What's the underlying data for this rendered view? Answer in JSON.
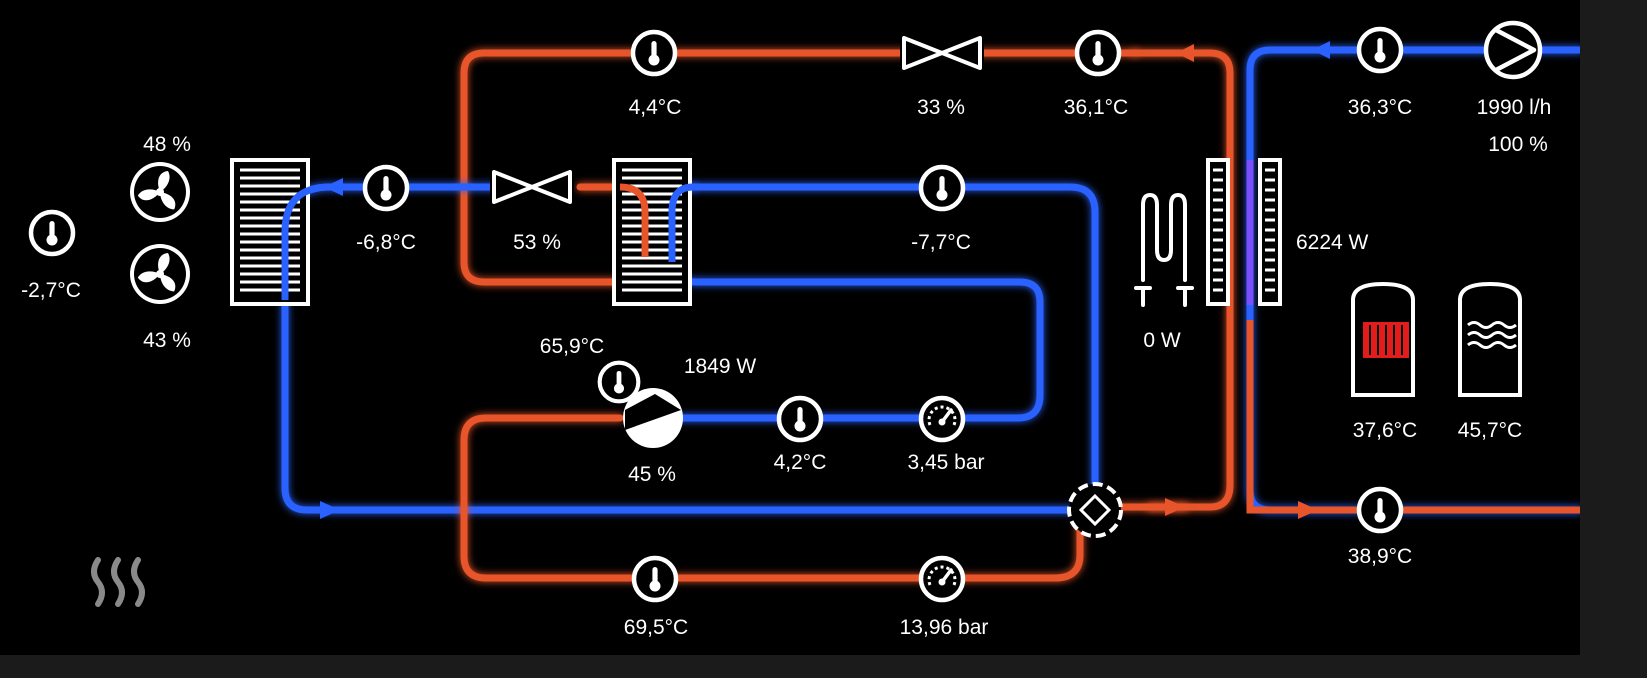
{
  "colors": {
    "warm": "#e8552a",
    "cold": "#2a62ff",
    "panel_background": "#000000",
    "page_background": "#1b1b1b",
    "icon": "#ffffff",
    "heating_element": "#e21b1b",
    "heat_symbol": "#8a8a8a"
  },
  "icons": {
    "thermometer": "thermometer-icon",
    "fan": "fan-icon",
    "expansion_valve": "expansion-valve-icon",
    "pressure": "pressure-gauge-icon",
    "compressor": "compressor-icon",
    "pump": "circulation-pump-icon",
    "heater": "electric-heater-icon",
    "heat_exchanger": "heat-exchanger-icon",
    "four_way_valve": "four-way-valve-icon",
    "tank": "storage-tank-icon",
    "heat": "heat-waves-icon"
  },
  "outdoor": {
    "temperature": "-2,7°C",
    "fan_top": "48 %",
    "fan_bottom": "43 %"
  },
  "evaporator": {
    "outlet_temperature": "-6,8°C"
  },
  "expansion_valve_main": {
    "opening": "53 %"
  },
  "top_line": {
    "suction_temp": "4,4°C",
    "valve_opening": "33 %",
    "liquid_temp": "36,1°C"
  },
  "internal_heat_exchanger": {
    "outlet_temperature": "-7,7°C"
  },
  "compressor": {
    "discharge_temperature": "65,9°C",
    "power": "1849 W",
    "speed": "45 %",
    "suction_temperature": "4,2°C",
    "suction_pressure": "3,45 bar"
  },
  "hot_gas": {
    "temperature": "69,5°C",
    "pressure": "13,96 bar"
  },
  "electric_heater": {
    "power": "0 W"
  },
  "condenser": {
    "power": "6224 W"
  },
  "heating_circuit": {
    "supply_temperature": "36,3°C",
    "flow": "1990 l/h",
    "pump_speed": "100 %",
    "return_temperature": "38,9°C"
  },
  "buffer_tank": {
    "temperature": "37,6°C"
  },
  "hot_water_tank": {
    "temperature": "45,7°C"
  }
}
